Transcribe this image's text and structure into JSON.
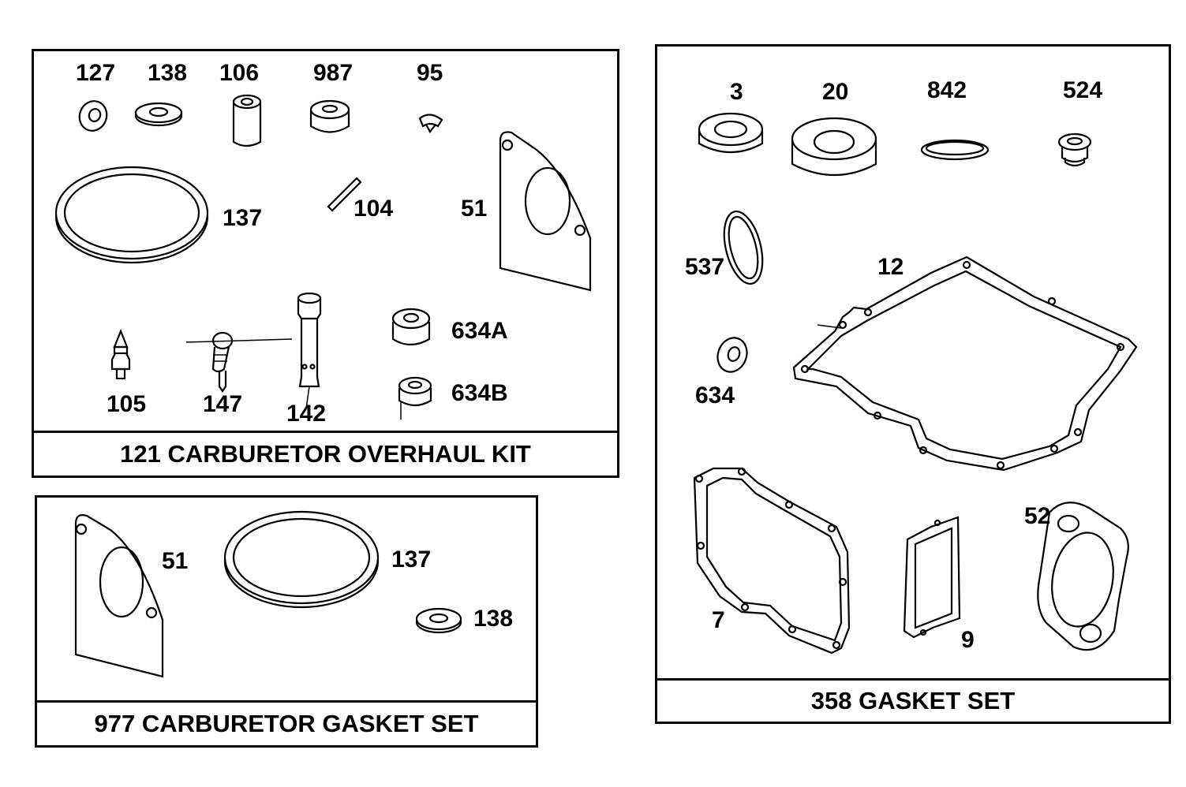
{
  "kits": [
    {
      "title": "121 CARBURETOR OVERHAUL KIT",
      "parts": [
        "127",
        "138",
        "106",
        "987",
        "95",
        "137",
        "104",
        "51",
        "105",
        "147",
        "142",
        "634A",
        "634B"
      ]
    },
    {
      "title": "977 CARBURETOR GASKET SET",
      "parts": [
        "51",
        "137",
        "138"
      ]
    },
    {
      "title": "358 GASKET SET",
      "parts": [
        "3",
        "20",
        "842",
        "524",
        "537",
        "12",
        "634",
        "7",
        "9",
        "52"
      ]
    }
  ]
}
